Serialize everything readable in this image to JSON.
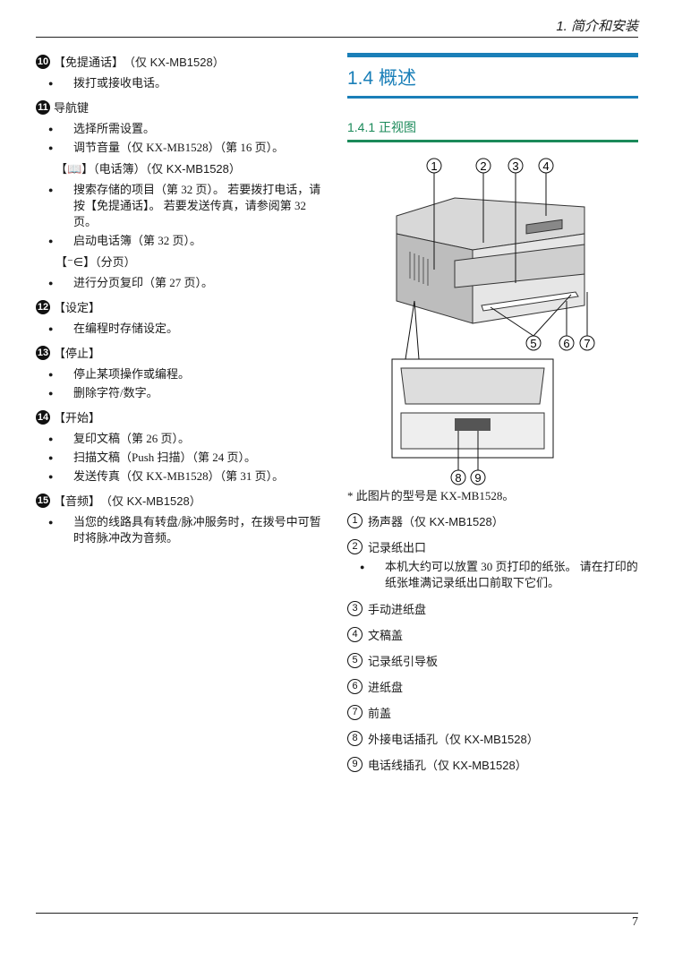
{
  "header": {
    "chapter": "1. 简介和安装"
  },
  "left": {
    "i10": {
      "num": "10",
      "title": "【免提通话】",
      "sub": "（仅 KX-MB1528）",
      "bullets": [
        "拨打或接收电话。"
      ]
    },
    "i11": {
      "num": "11",
      "title": "导航键",
      "bullets": [
        "选择所需设置。",
        "调节音量（仅 KX-MB1528）（第 16 页）。"
      ],
      "sub1": {
        "title": "【📖】（电话簿）（仅 KX-MB1528）",
        "bullets": [
          "搜索存储的项目（第 32 页）。 若要拨打电话，请按【免提通话】。 若要发送传真，请参阅第 32 页。",
          "启动电话簿（第 32 页）。"
        ]
      },
      "sub2": {
        "title": "【⁻∈】（分页）",
        "bullets": [
          "进行分页复印（第 27 页）。"
        ]
      }
    },
    "i12": {
      "num": "12",
      "title": "【设定】",
      "bullets": [
        "在编程时存储设定。"
      ]
    },
    "i13": {
      "num": "13",
      "title": "【停止】",
      "bullets": [
        "停止某项操作或编程。",
        "删除字符/数字。"
      ]
    },
    "i14": {
      "num": "14",
      "title": "【开始】",
      "bullets": [
        "复印文稿（第 26 页）。",
        "扫描文稿（Push 扫描）（第 24 页）。",
        "发送传真（仅 KX-MB1528）（第 31 页）。"
      ]
    },
    "i15": {
      "num": "15",
      "title": "【音频】",
      "sub": "（仅 KX-MB1528）",
      "bullets": [
        "当您的线路具有转盘/脉冲服务时，在拨号中可暂时将脉冲改为音频。"
      ]
    }
  },
  "right": {
    "section_title": "1.4 概述",
    "subsection_title": "1.4.1 正视图",
    "figure_callouts": [
      "1",
      "2",
      "3",
      "4",
      "5",
      "6",
      "7",
      "8",
      "9"
    ],
    "note": "* 此图片的型号是 KX-MB1528。",
    "labels": [
      {
        "num": "1",
        "text": "扬声器（仅 KX-MB1528）"
      },
      {
        "num": "2",
        "text": "记录纸出口"
      },
      {
        "num": "3",
        "text": "手动进纸盘"
      },
      {
        "num": "4",
        "text": "文稿盖"
      },
      {
        "num": "5",
        "text": "记录纸引导板"
      },
      {
        "num": "6",
        "text": "进纸盘"
      },
      {
        "num": "7",
        "text": "前盖"
      },
      {
        "num": "8",
        "text": "外接电话插孔（仅 KX-MB1528）"
      },
      {
        "num": "9",
        "text": "电话线插孔（仅 KX-MB1528）"
      }
    ],
    "label2_bullet": "本机大约可以放置 30 页打印的纸张。 请在打印的纸张堆满记录纸出口前取下它们。"
  },
  "footer": {
    "page": "7"
  }
}
